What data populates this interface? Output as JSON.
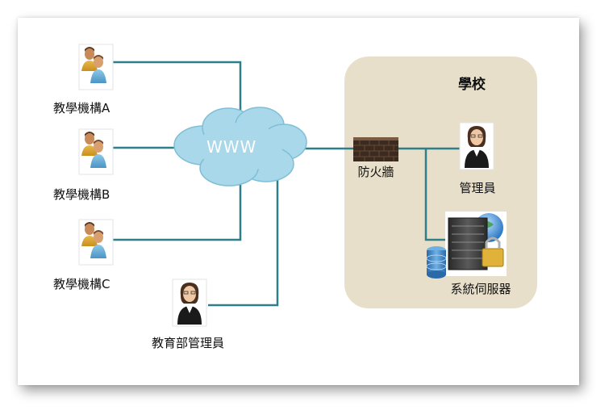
{
  "diagram": {
    "cloud_label": "WWW",
    "school": {
      "title": "學校"
    },
    "firewall_label": "防火牆",
    "school_admin_label": "管理員",
    "server_label": "系統伺服器",
    "ministry_admin_label": "教育部管理員",
    "institutions": [
      {
        "label": "教學機構A"
      },
      {
        "label": "教學機構B"
      },
      {
        "label": "教學機構C"
      }
    ]
  },
  "colors": {
    "line": "#2f7f8a",
    "cloud": "#a8d8ea",
    "cloud_stroke": "#7fbfd6",
    "school_bg": "#e8dfca",
    "firewall": "#3a2a20"
  }
}
